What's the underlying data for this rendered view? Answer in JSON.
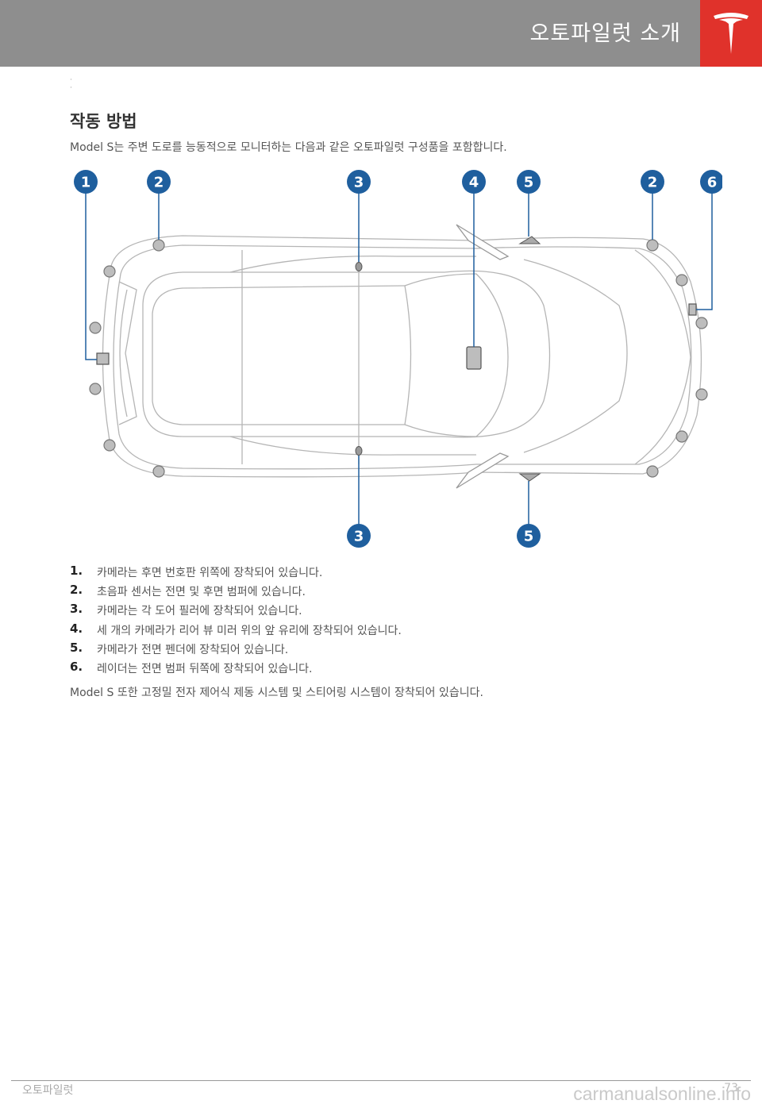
{
  "header": {
    "title": "오토파일럿 소개"
  },
  "section": {
    "title": "작동 방법",
    "intro": "Model S는 주변 도로를 능동적으로 모니터하는 다음과 같은 오토파일럿 구성품을 포함합니다."
  },
  "diagram": {
    "callouts_top": [
      "1",
      "2",
      "3",
      "4",
      "5",
      "2",
      "6"
    ],
    "callouts_bottom": [
      "3",
      "5"
    ]
  },
  "list": [
    {
      "num": "1.",
      "text": "카메라는 후면 번호판 위쪽에 장착되어 있습니다."
    },
    {
      "num": "2.",
      "text": "초음파 센서는 전면 및 후면 범퍼에 있습니다."
    },
    {
      "num": "3.",
      "text": "카메라는 각 도어 필러에 장착되어 있습니다."
    },
    {
      "num": "4.",
      "text": "세 개의 카메라가 리어 뷰 미러 위의 앞 유리에 장착되어 있습니다."
    },
    {
      "num": "5.",
      "text": "카메라가 전면 펜더에 장착되어 있습니다."
    },
    {
      "num": "6.",
      "text": "레이더는 전면 범퍼 뒤쪽에 장착되어 있습니다."
    }
  ],
  "outro": "Model S 또한 고정밀 전자 제어식 제동 시스템 및 스티어링 시스템이 장착되어 있습니다.",
  "footer": {
    "left": "오토파일럿",
    "page": "73"
  },
  "watermark": "carmanualsonline.info",
  "colors": {
    "header_bg": "#8e8e8e",
    "logo_bg": "#e0322b",
    "callout": "#1f5f9e"
  }
}
